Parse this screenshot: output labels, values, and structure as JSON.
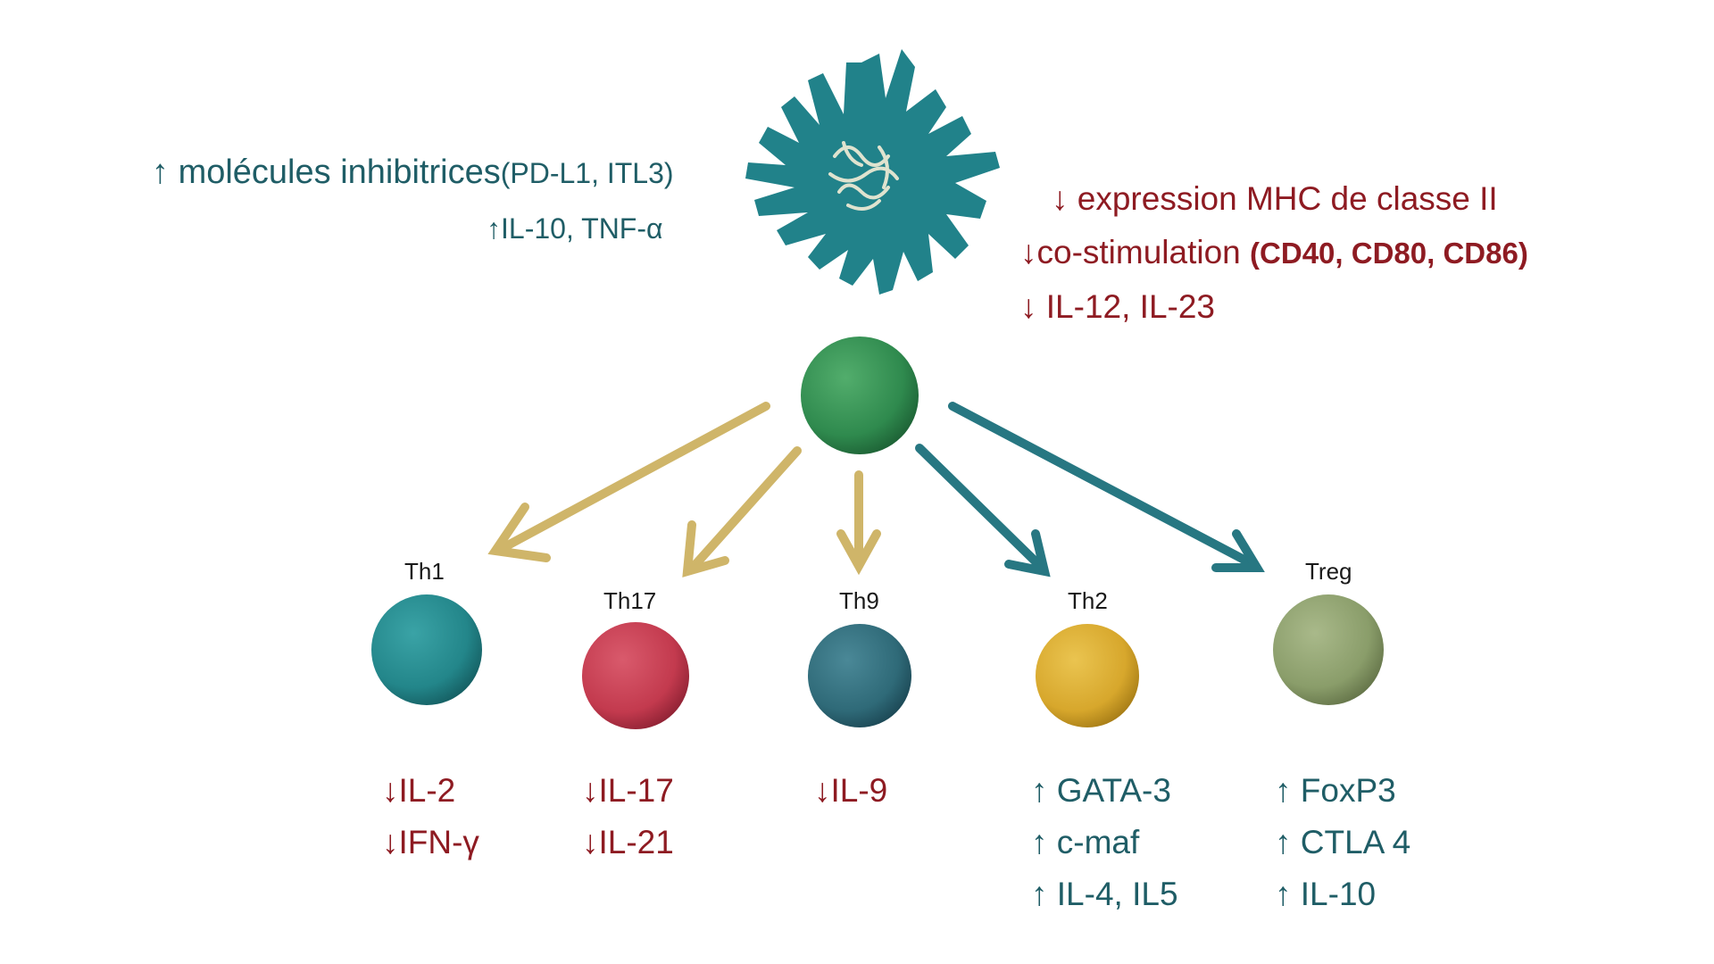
{
  "colors": {
    "teal_text": "#1f5d66",
    "red_text": "#8e1b22",
    "dendritic_cell": "#21828a",
    "naive_cell": "#2f8a4e",
    "gold_arrow": "#cfb569",
    "teal_arrow": "#277782",
    "th1": "#23868a",
    "th17": "#c33a4e",
    "th9": "#2f6a78",
    "th2": "#d7a72c",
    "treg": "#8a9d6a"
  },
  "upregulated": {
    "line1_arrow": "↑",
    "line1_text": "molécules inhibitrices",
    "line1_paren": "(PD-L1, ITL3)",
    "line2_arrow": "↑",
    "line2_text": "IL-10, TNF-α"
  },
  "downregulated": {
    "line1_arrow": "↓",
    "line1_text": "expression MHC de classe II",
    "line2_arrow": "↓",
    "line2_text": "co-stimulation",
    "line2_paren": "(CD40, CD80, CD86)",
    "line3_arrow": "↓",
    "line3_text": "IL-12, IL-23"
  },
  "subsets": [
    {
      "label": "Th1",
      "markers": [
        "↓IL-2",
        "↓IFN-γ"
      ]
    },
    {
      "label": "Th17",
      "markers": [
        "↓IL-17",
        "↓IL-21"
      ]
    },
    {
      "label": "Th9",
      "markers": [
        "↓IL-9"
      ]
    },
    {
      "label": "Th2",
      "markers": [
        "↑ GATA-3",
        "↑ c-maf",
        "↑ IL-4, IL5"
      ]
    },
    {
      "label": "Treg",
      "markers": [
        "↑ FoxP3",
        "↑ CTLA 4",
        "↑ IL-10"
      ]
    }
  ]
}
